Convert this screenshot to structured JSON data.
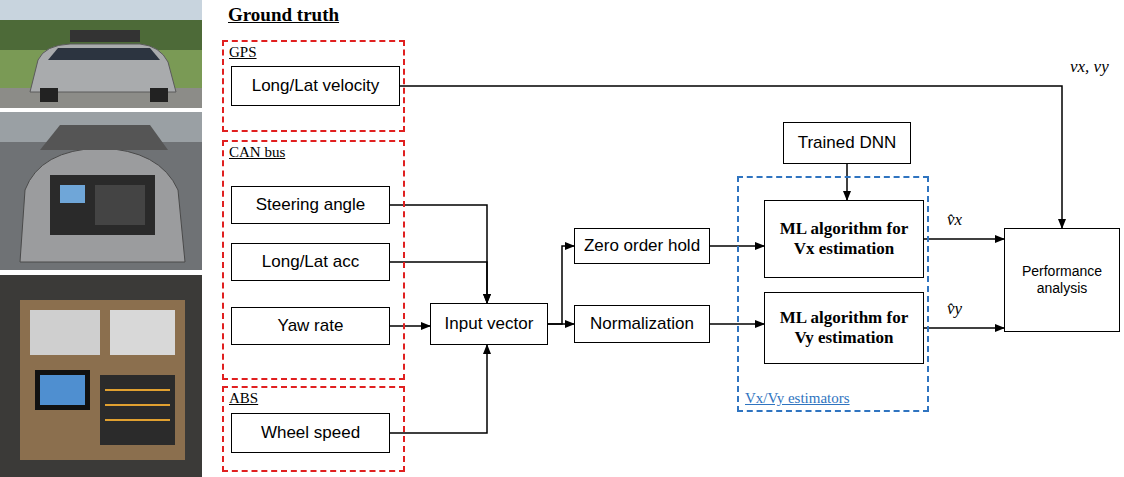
{
  "diagram": {
    "nodes": [
      {
        "text": [
          "GPS"
        ]
      },
      {
        "text": [
          "Long/Lat velocity"
        ],
        "in": 0
      },
      {
        "text": [
          "CAN bus"
        ]
      },
      {
        "text": [
          "Steering angle"
        ],
        "in": 2
      },
      {
        "text": [
          "Long/Lat acc"
        ],
        "in": 2
      },
      {
        "text": [
          "Yaw rate"
        ],
        "in": 2
      },
      {
        "text": [
          "ABS"
        ]
      },
      {
        "text": [
          "Wheel speed"
        ],
        "in": 6
      },
      {
        "text": [
          "Input vector"
        ]
      },
      {
        "text": [
          "Zero order hold"
        ]
      },
      {
        "text": [
          "Normalization"
        ]
      },
      {
        "text": [
          "Trained DNN"
        ]
      },
      {
        "text": [
          "Vx/Vy estimators"
        ]
      },
      {
        "text": [
          "ML algorithm for Vx estimation"
        ],
        "in": 12
      },
      {
        "text": [
          "ML algorithm for Vy estimation"
        ],
        "in": 12
      },
      {
        "text": [
          "Performance analysis"
        ]
      }
    ],
    "edges": [
      {
        "from": 1,
        "to": 15,
        "arrow": "to",
        "label": "vx, vy"
      },
      {
        "from": 3,
        "to": 8,
        "arrow": "to"
      },
      {
        "from": 4,
        "to": 8,
        "arrow": "to"
      },
      {
        "from": 5,
        "to": 8,
        "arrow": "to"
      },
      {
        "from": 7,
        "to": 8,
        "arrow": "to"
      },
      {
        "from": 8,
        "to": 9,
        "arrow": "to"
      },
      {
        "from": 8,
        "to": 10,
        "arrow": "to"
      },
      {
        "from": 11,
        "to": 13,
        "arrow": "to"
      },
      {
        "from": 9,
        "to": 13,
        "arrow": "to"
      },
      {
        "from": 10,
        "to": 14,
        "arrow": "to"
      },
      {
        "from": 13,
        "to": 15,
        "arrow": "to",
        "label": "v̂x"
      },
      {
        "from": 14,
        "to": 15,
        "arrow": "to",
        "label": "v̂y"
      }
    ],
    "labels": [
      "Ground truth"
    ]
  }
}
